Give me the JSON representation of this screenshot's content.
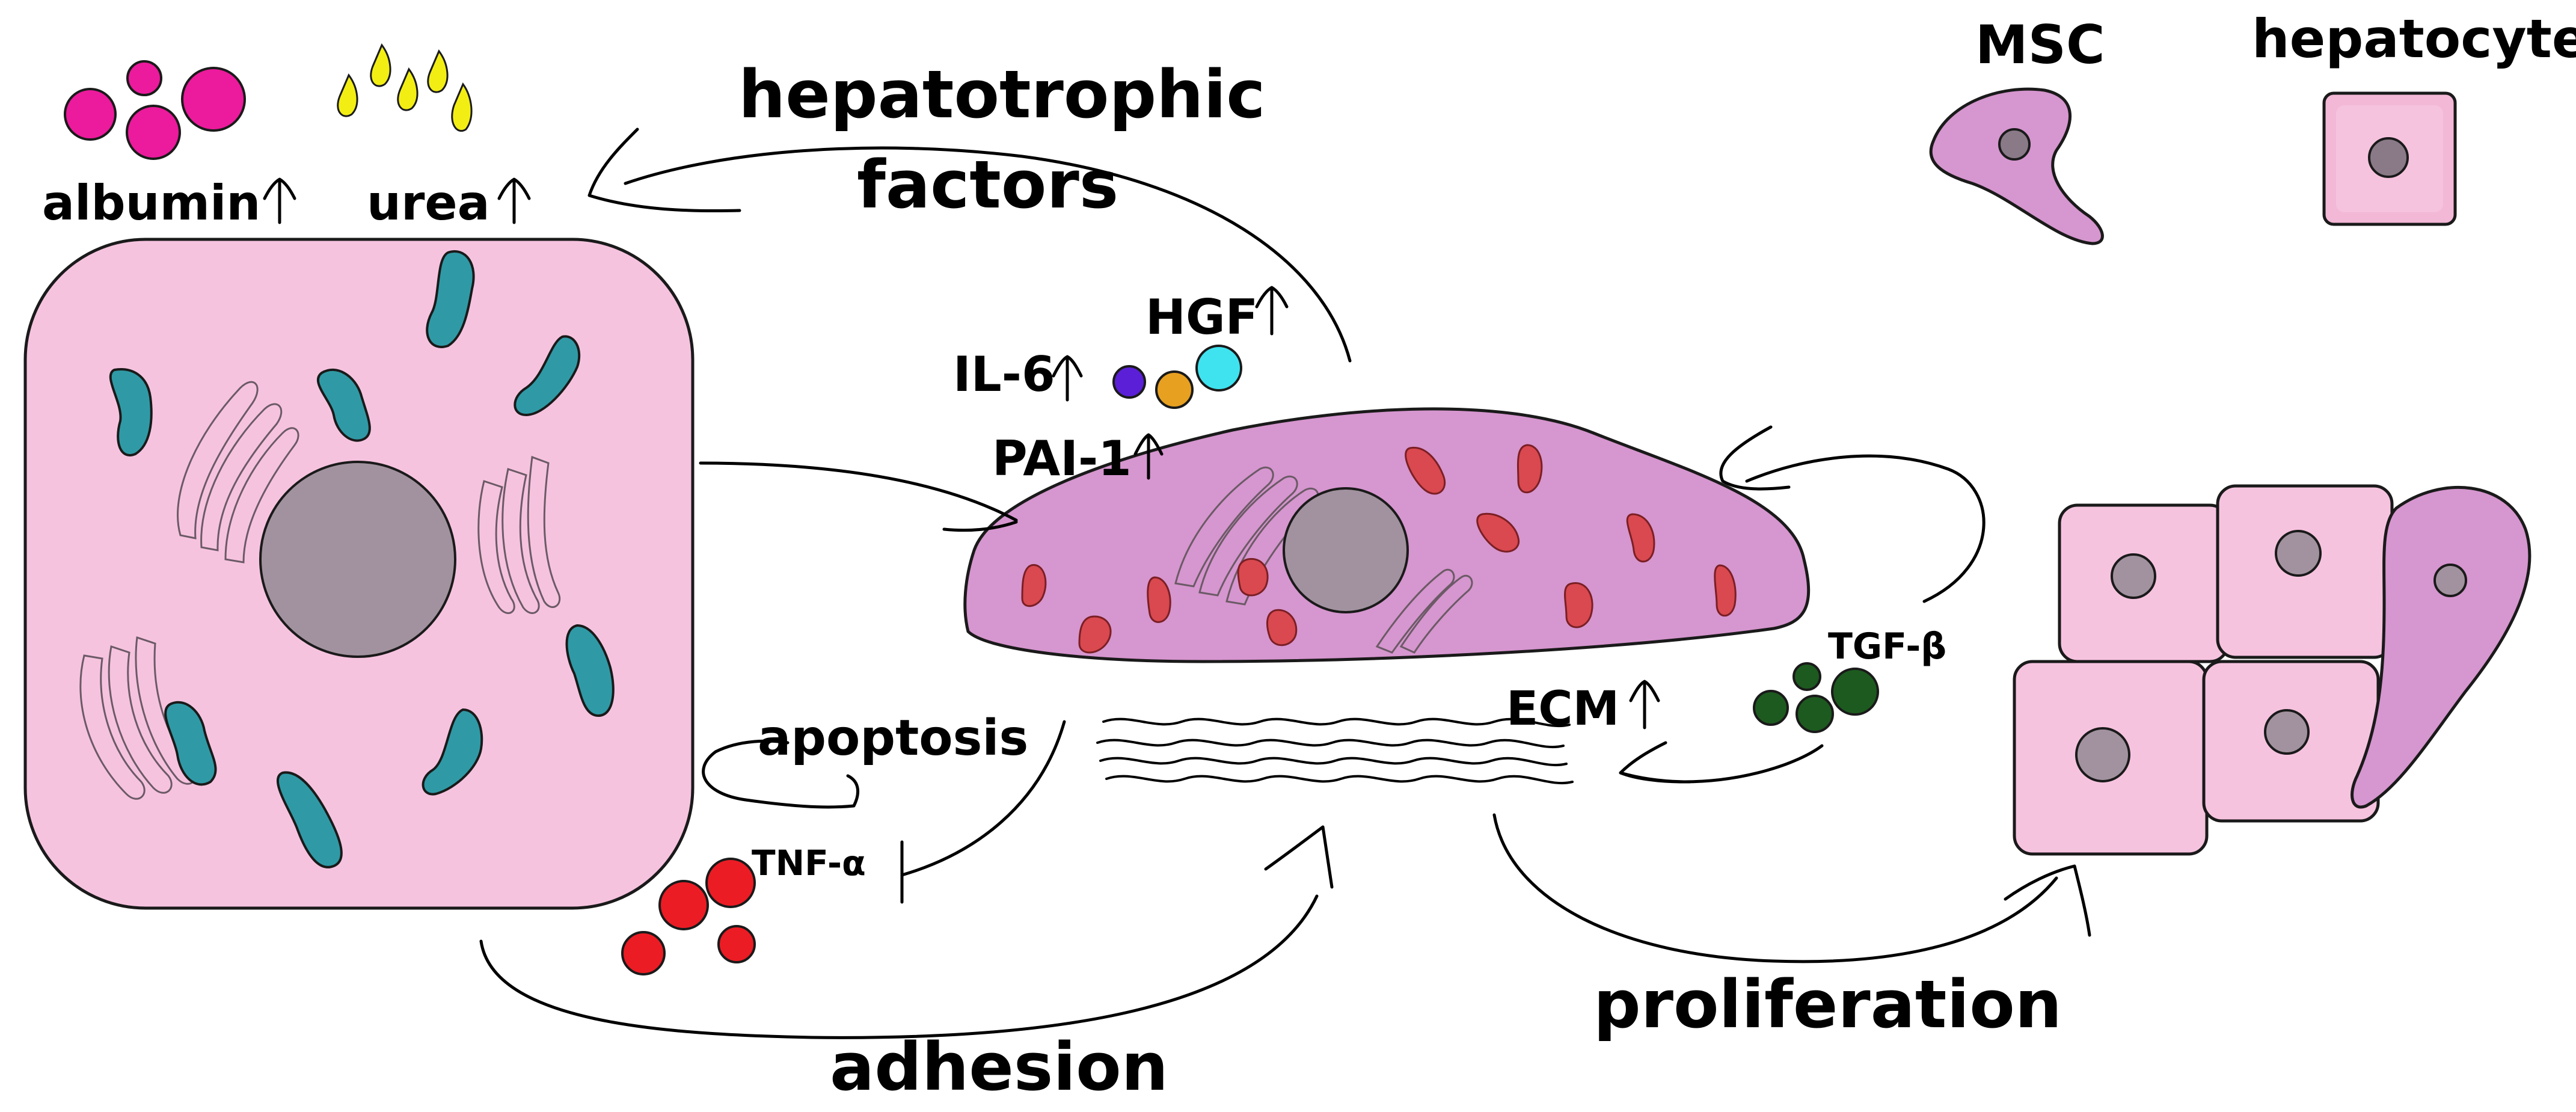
{
  "colors": {
    "hepatocyte_fill": "#f6c3df",
    "msc_fill": "#d696cf",
    "nucleus": "#a2929f",
    "hep_mitochondria": "#2f9aa6",
    "msc_mitochondria": "#d9494f",
    "albumin": "#ec1a9c",
    "urea": "#f2ee14",
    "il6": "#5a1fd6",
    "pai1": "#e8a020",
    "hgf": "#3fe3ef",
    "tnf": "#ec1c24",
    "tgf": "#1d5a1f"
  },
  "labels": {
    "albumin": "albumin",
    "urea": "urea",
    "hepatotrophic_line1": "hepatotrophic",
    "hepatotrophic_line2": "factors",
    "hgf": "HGF",
    "il6": "IL-6",
    "pai1": "PAI-1",
    "apoptosis": "apoptosis",
    "tnf": "TNF-α",
    "ecm": "ECM",
    "tgf": "TGF-β",
    "adhesion": "adhesion",
    "proliferation": "proliferation"
  },
  "legend": {
    "msc": "MSC",
    "hepatocyte": "hepatocyte"
  },
  "icons": {
    "up_arrow": "up-arrow-icon",
    "inhibition": "inhibition-bar-icon"
  }
}
